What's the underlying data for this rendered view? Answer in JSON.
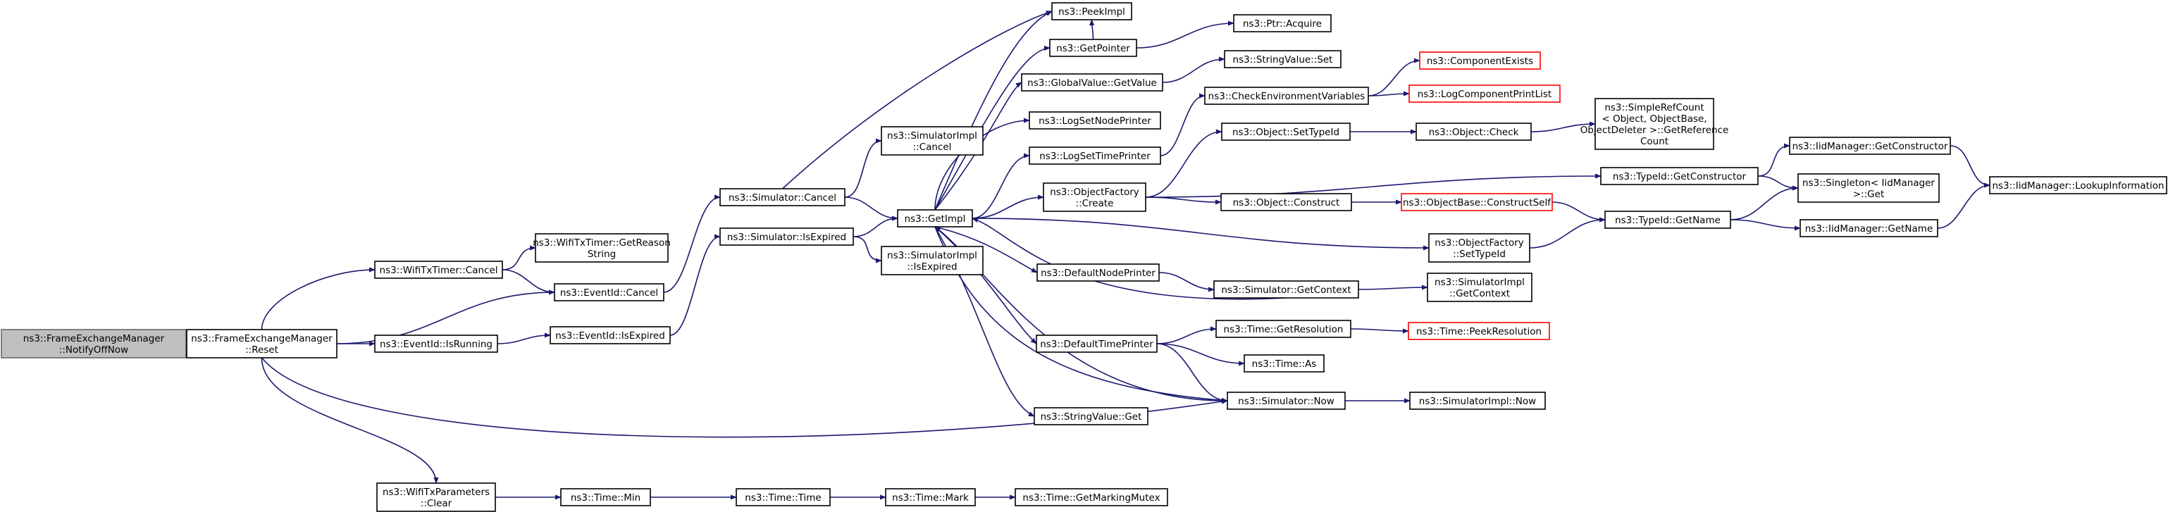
{
  "nodes": {
    "notify": [
      "ns3::FrameExchangeManager",
      "::NotifyOffNow"
    ],
    "reset": [
      "ns3::FrameExchangeManager",
      "::Reset"
    ],
    "wtt_cancel": [
      "ns3::WifiTxTimer::Cancel"
    ],
    "wtt_reason": [
      "ns3::WifiTxTimer::GetReason",
      "String"
    ],
    "evt_cancel": [
      "ns3::EventId::Cancel"
    ],
    "evt_running": [
      "ns3::EventId::IsRunning"
    ],
    "evt_expired": [
      "ns3::EventId::IsExpired"
    ],
    "sim_cancel": [
      "ns3::Simulator::Cancel"
    ],
    "sim_isexpired": [
      "ns3::Simulator::IsExpired"
    ],
    "simimpl_cancel": [
      "ns3::SimulatorImpl",
      "::Cancel"
    ],
    "getimpl": [
      "ns3::GetImpl"
    ],
    "simimpl_isexpired": [
      "ns3::SimulatorImpl",
      "::IsExpired"
    ],
    "peekimpl": [
      "ns3::PeekImpl"
    ],
    "getpointer": [
      "ns3::GetPointer"
    ],
    "ptr_acquire": [
      "ns3::Ptr::Acquire"
    ],
    "gv_getvalue": [
      "ns3::GlobalValue::GetValue"
    ],
    "sv_set": [
      "ns3::StringValue::Set"
    ],
    "logsetnode": [
      "ns3::LogSetNodePrinter"
    ],
    "logsettime": [
      "ns3::LogSetTimePrinter"
    ],
    "checkenv": [
      "ns3::CheckEnvironmentVariables"
    ],
    "compexists": [
      "ns3::ComponentExists"
    ],
    "logcompprint": [
      "ns3::LogComponentPrintList"
    ],
    "obj_settypeid": [
      "ns3::Object::SetTypeId"
    ],
    "obj_check": [
      "ns3::Object::Check"
    ],
    "simplerefcount": [
      "ns3::SimpleRefCount",
      "< Object, ObjectBase,",
      "ObjectDeleter >::GetReference",
      "Count"
    ],
    "objfactory_create": [
      "ns3::ObjectFactory",
      "::Create"
    ],
    "obj_construct": [
      "ns3::Object::Construct"
    ],
    "objbase_constructself": [
      "ns3::ObjectBase::ConstructSelf"
    ],
    "typeid_getconstructor": [
      "ns3::TypeId::GetConstructor"
    ],
    "iid_getconstructor": [
      "ns3::IidManager::GetConstructor"
    ],
    "singleton_get": [
      "ns3::Singleton< IidManager",
      ">::Get"
    ],
    "iid_lookup": [
      "ns3::IidManager::LookupInformation"
    ],
    "typeid_getname": [
      "ns3::TypeId::GetName"
    ],
    "iid_getname": [
      "ns3::IidManager::GetName"
    ],
    "objfactory_settypeid": [
      "ns3::ObjectFactory",
      "::SetTypeId"
    ],
    "defnodeprinter": [
      "ns3::DefaultNodePrinter"
    ],
    "sim_getcontext": [
      "ns3::Simulator::GetContext"
    ],
    "simimpl_getcontext": [
      "ns3::SimulatorImpl",
      "::GetContext"
    ],
    "deftimeprinter": [
      "ns3::DefaultTimePrinter"
    ],
    "time_getres": [
      "ns3::Time::GetResolution"
    ],
    "time_peekres": [
      "ns3::Time::PeekResolution"
    ],
    "time_as": [
      "ns3::Time::As"
    ],
    "sim_now": [
      "ns3::Simulator::Now"
    ],
    "simimpl_now": [
      "ns3::SimulatorImpl::Now"
    ],
    "sv_get": [
      "ns3::StringValue::Get"
    ],
    "wtp_clear": [
      "ns3::WifiTxParameters",
      "::Clear"
    ],
    "time_min": [
      "ns3::Time::Min"
    ],
    "time_time": [
      "ns3::Time::Time"
    ],
    "time_mark": [
      "ns3::Time::Mark"
    ],
    "time_getmarkingmutex": [
      "ns3::Time::GetMarkingMutex"
    ]
  },
  "colors": {
    "edge": "#191970",
    "node_border": "#000000",
    "truncated_border": "#ff0000",
    "root_fill": "#bfbfbf"
  }
}
